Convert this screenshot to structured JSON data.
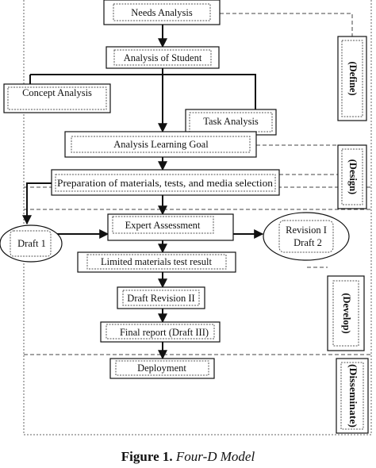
{
  "diagram": {
    "nodes": {
      "needs_analysis": "Needs Analysis",
      "analysis_of_student": "Analysis of Student",
      "concept_analysis": "Concept Analysis",
      "task_analysis": "Task Analysis",
      "analysis_learning_goal": "Analysis Learning Goal",
      "preparation": "Preparation of materials, tests, and media selection",
      "draft1": "Draft 1",
      "expert_assessment": "Expert Assessment",
      "revision_line1": "Revision I",
      "revision_line2": "Draft 2",
      "limited_test": "Limited materials test result",
      "draft_revision_2": "Draft Revision II",
      "final_report": "Final report (Draft III)",
      "deployment": "Deployment"
    },
    "phases": {
      "define": "(Define)",
      "design": "(Design)",
      "develop": "(Develop)",
      "disseminate": "(Disseminate)"
    }
  },
  "caption": {
    "label": "Figure 1.",
    "title": "Four-D Model"
  }
}
